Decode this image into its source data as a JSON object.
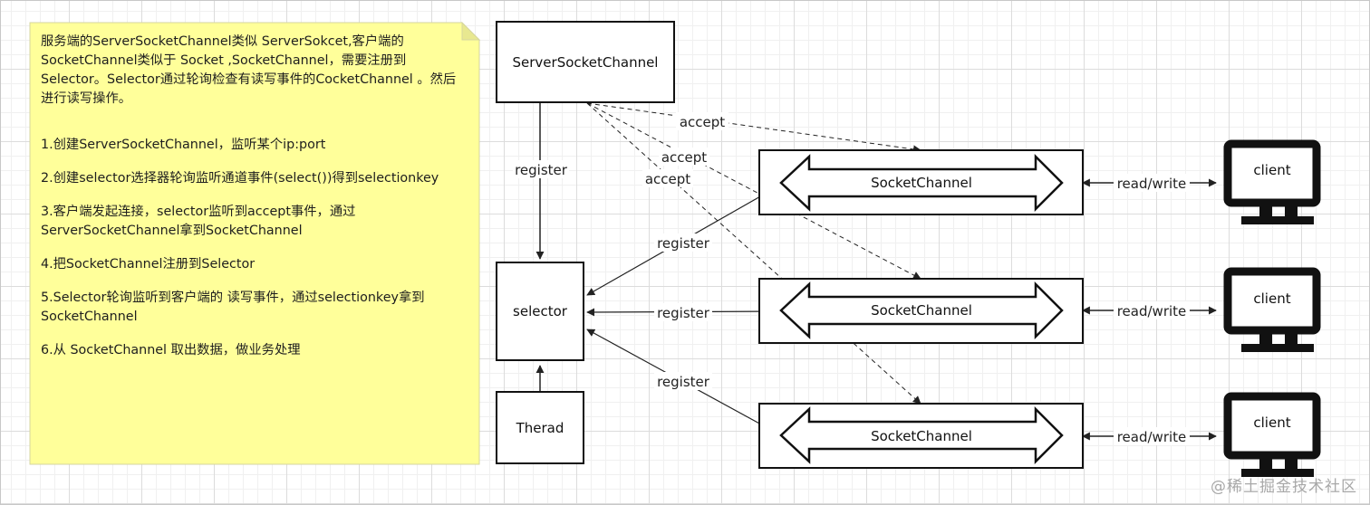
{
  "note": {
    "intro": "服务端的ServerSocketChannel类似 ServerSokcet,客户端的SocketChannel类似于 Socket ,SocketChannel，需要注册到Selector。Selector通过轮询检查有读写事件的CocketChannel 。然后进行读写操作。",
    "steps": [
      "1.创建ServerSocketChannel，监听某个ip:port",
      "2.创建selector选择器轮询监听通道事件(select())得到selectionkey",
      "3.客户端发起连接，selector监听到accept事件，通过ServerSocketChannel拿到SocketChannel",
      "4.把SocketChannel注册到Selector",
      "5.Selector轮询监听到客户端的 读写事件，通过selectionkey拿到SocketChannel",
      "6.从 SocketChannel 取出数据，做业务处理"
    ]
  },
  "nodes": {
    "server": "ServerSocketChannel",
    "selector": "selector",
    "thread": "Therad",
    "channels": [
      "SocketChannel",
      "SocketChannel",
      "SocketChannel"
    ],
    "clients": [
      "client",
      "client",
      "client"
    ]
  },
  "edges": {
    "register": "register",
    "accept": "accept",
    "readwrite": "read/write"
  },
  "watermark": "@稀土掘金技术社区",
  "colors": {
    "note_fill": "#ffff9a",
    "note_stroke": "#d6d6a0",
    "line": "#222222"
  }
}
